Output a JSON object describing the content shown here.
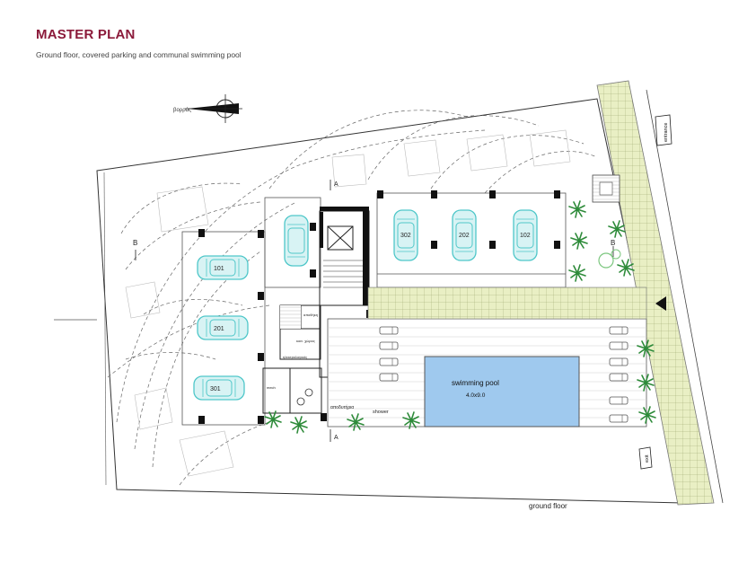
{
  "header": {
    "title": "MASTER PLAN",
    "subtitle": "Ground floor, covered parking and communal swimming pool"
  },
  "compass": {
    "label": "βορράς"
  },
  "colors": {
    "title": "#8b1a3a",
    "car_outline": "#4fc7c9",
    "car_fill": "#d8f3f4",
    "pool_fill": "#9fc9ee",
    "pool_border": "#555555",
    "paving": "#e9efc4",
    "plants": "#2e8b3a",
    "wall": "#111111",
    "lines": "#777777"
  },
  "parking": {
    "vertical_spots": [
      "",
      "302",
      "202",
      "102"
    ],
    "horizontal_spots": [
      "101",
      "201",
      "301"
    ]
  },
  "labels": {
    "section_b": "B",
    "section_a": "A",
    "entrance": "entrance",
    "exit": "exit",
    "ground_floor": "ground floor",
    "shower": "shower",
    "changing_room": "αποδυτήρια",
    "storage": "αποθήκη",
    "corridor": "κοιν. χώρος",
    "meter_room": "ηλεκτρολογικός",
    "mech": "mech"
  },
  "pool": {
    "name": "swimming pool",
    "size": "4.0x9.0"
  }
}
